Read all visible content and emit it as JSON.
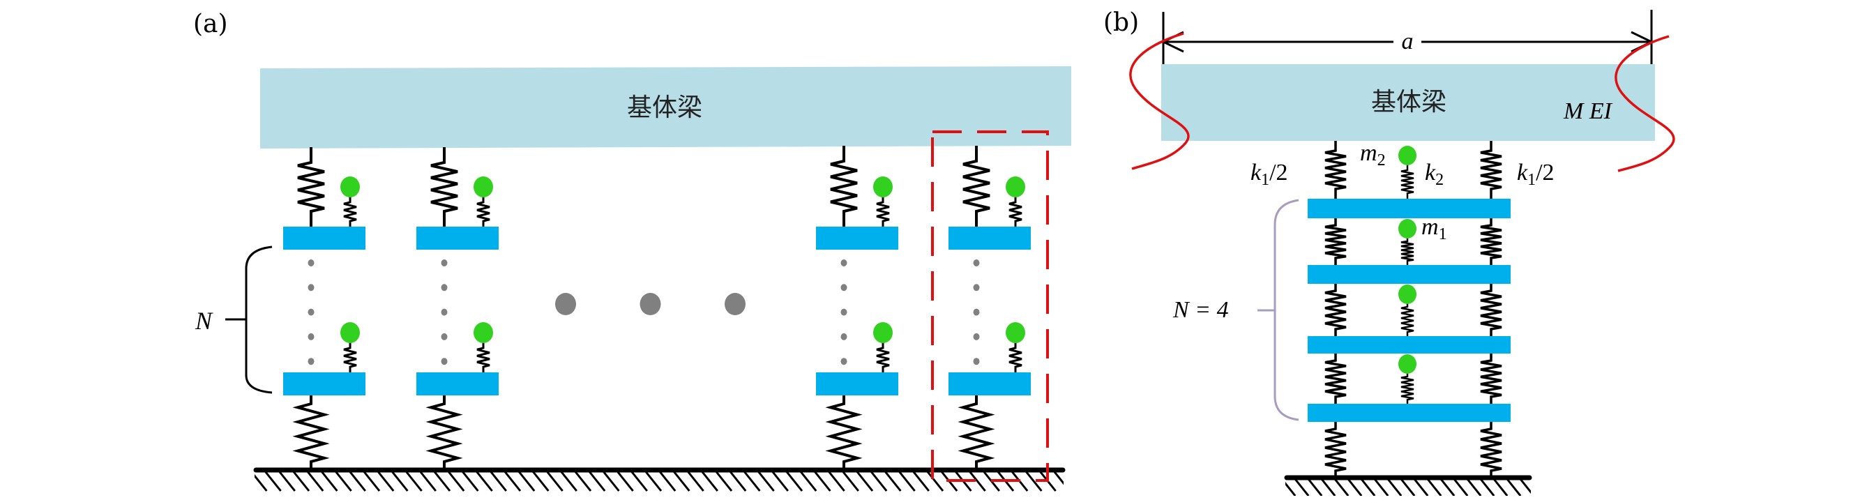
{
  "colors": {
    "beam": "#b7dde7",
    "plate": "#00b0ec",
    "resonator": "#33d11f",
    "dot": "#808080",
    "ink": "#000000",
    "mode_curve": "#e01010",
    "dashed_box": "#e01010",
    "brace_b": "#a89cc0"
  },
  "panel_a": {
    "label": "(a)",
    "beam_label": "基体梁",
    "n_label": "N",
    "columns": 4,
    "layers_shown_per_column": 2,
    "ellipsis_dots": 3,
    "highlighted_column": 4
  },
  "panel_b": {
    "label": "(b)",
    "beam_label": "基体梁",
    "beam_props": "M EI",
    "length_label": "a",
    "k1_left": {
      "base": "k",
      "sub": "1",
      "tail": "/2"
    },
    "k1_right": {
      "base": "k",
      "sub": "1",
      "tail": "/2"
    },
    "k2": {
      "base": "k",
      "sub": "2"
    },
    "m1": {
      "base": "m",
      "sub": "1"
    },
    "m2": {
      "base": "m",
      "sub": "2"
    },
    "n_label": "N = 4",
    "layers": 4
  }
}
